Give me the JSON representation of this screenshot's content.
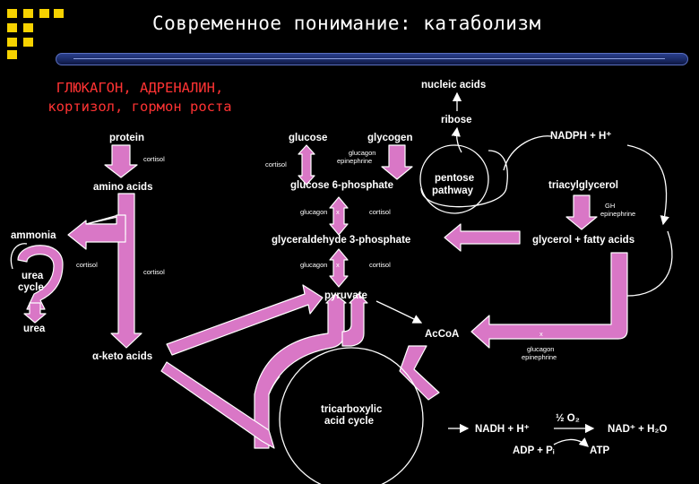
{
  "slide": {
    "title": "Современное понимание: катаболизм",
    "hormone_line1": "ГЛЮКАГОН, АДРЕНАЛИН,",
    "hormone_line2": "кортизол, гормон роста"
  },
  "colors": {
    "background": "#000000",
    "arrow_fill": "#d977c6",
    "arrow_outline": "#ffffff",
    "hormone_text": "#ff3333",
    "logo": "#f6d200",
    "title_bar": "#1a2a66"
  },
  "labels": {
    "nucleic_acids": "nucleic acids",
    "ribose": "ribose",
    "nadph": "NADPH + H⁺",
    "protein": "protein",
    "cortisol_protein": "cortisol",
    "amino_acids": "amino acids",
    "glucose": "glucose",
    "glycogen": "glycogen",
    "cortisol_glucose": "cortisol",
    "glucagon_glycogen": "glucagon",
    "epinephrine_glycogen": "epinephrine",
    "g6p": "glucose 6-phosphate",
    "pentose1": "pentose",
    "pentose2": "pathway",
    "triacylglycerol": "triacylglycerol",
    "gh": "GH",
    "epinephrine_tag": "epinephrine",
    "glucagon_upper": "glucagon",
    "cortisol_upper": "cortisol",
    "gap": "glyceraldehyde 3-phosphate",
    "glycerol_fa": "glycerol + fatty acids",
    "ammonia": "ammonia",
    "urea1": "urea",
    "urea2": "cycle",
    "cortisol_urea": "cortisol",
    "cortisol_amino": "cortisol",
    "glucagon_lower": "glucagon",
    "cortisol_lower": "cortisol",
    "pyruvate": "pyruvate",
    "urea": "urea",
    "accoa": "AcCoA",
    "keto_acids": "α-keto acids",
    "glucagon_fa": "glucagon",
    "epinephrine_fa": "epinephrine",
    "tca1": "tricarboxylic",
    "tca2": "acid cycle",
    "nadh": "NADH + H⁺",
    "half_o2": "½ O₂",
    "nad_h2o": "NAD⁺ + H₂O",
    "adp_pi": "ADP + Pᵢ",
    "atp": "ATP",
    "x_mark1": "x",
    "x_mark2": "x",
    "x_mark3": "x"
  }
}
